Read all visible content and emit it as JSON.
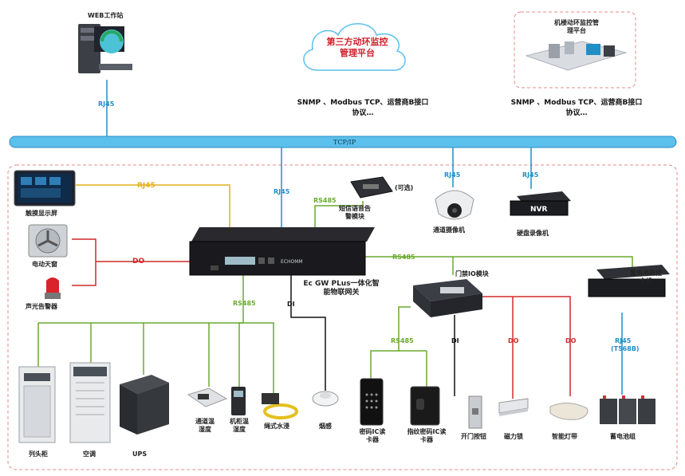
{
  "top": {
    "web_station": "WEB工作站",
    "third_party_platform": "第三方动环监控管理平台",
    "monitor_platform": "机楼动环监控管理平台",
    "protocol_left": "SNMP 、Modbus TCP、运营商B接口协议…",
    "protocol_right": "SNMP 、Modbus TCP、运营商B接口协议…",
    "rj45_web": "RJ45"
  },
  "bus": {
    "label": "TCP/IP"
  },
  "gateway": {
    "name": "Ec GW PLus一体化智能物联网关",
    "brand": "ECHOMM"
  },
  "devices": {
    "touch_screen": "触摸显示屏",
    "skylight": "电动天窗",
    "alarm": "声光告警器",
    "sms_module": "短信语音告警模块",
    "optional": "(可选)",
    "camera": "通道摄像机",
    "nvr": "硬盘录像机",
    "nvr_text": "NVR",
    "access_module": "门禁IO模块",
    "battery_host": "蓄电池监控主机",
    "cabinet_head": "列头柜",
    "aircon": "空调",
    "ups": "UPS",
    "aisle_sensor": "通道温湿度",
    "rack_sensor": "机柜温湿度",
    "water_sensor": "绳式水浸",
    "smoke": "烟感",
    "pwd_reader": "密码IC读卡器",
    "finger_reader": "指纹密码IC读卡器",
    "door_button": "开门按钮",
    "mag_lock": "磁力锁",
    "light_strip": "智能灯带",
    "battery_group": "蓄电池组"
  },
  "links": {
    "rj45_touch": "RJ45",
    "do_skylight": "DO",
    "rj45_gateway": "RJ45",
    "rs485_sms": "RS485",
    "rj45_camera": "RJ45",
    "rj45_nvr": "RJ45",
    "rs485_right": "RS485",
    "rs485_down": "RS485",
    "di_smoke": "DI",
    "rs485_readers": "RS485",
    "di_button": "DI",
    "do_lock": "DO",
    "do_light": "DO",
    "rj45_battery": "RJ45",
    "t568b": "(T568B)"
  },
  "colors": {
    "rj45": "#1f8fc7",
    "rs485": "#6aaa2e",
    "do": "#d02a2a",
    "di": "#111111",
    "touch_rj45": "#e4b020",
    "bus": "#5bc0eb"
  }
}
